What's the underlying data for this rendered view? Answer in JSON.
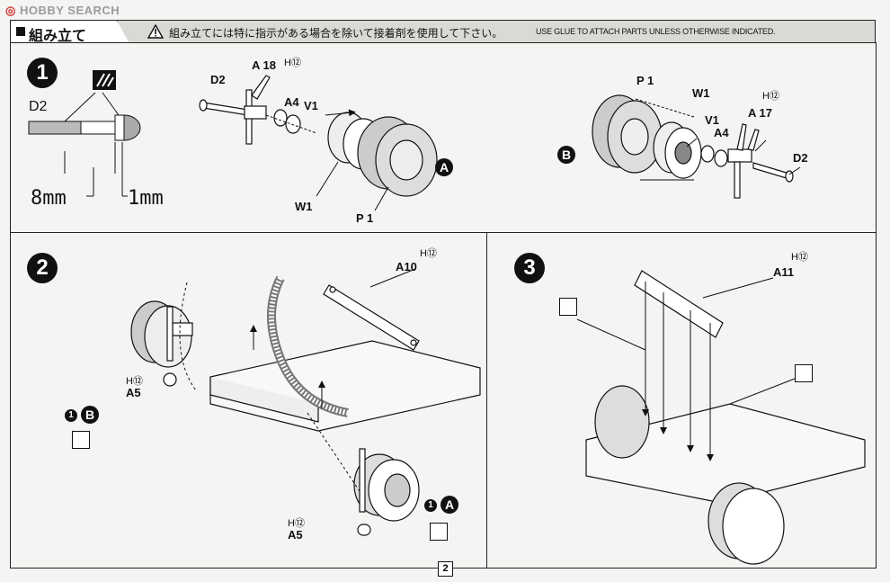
{
  "watermark": {
    "text": "HOBBY SEARCH"
  },
  "header": {
    "title": "組み立て",
    "instruction_jp": "組み立てには特に指示がある場合を除いて接着剤を使用して下さい。",
    "instruction_en": "USE GLUE TO ATTACH PARTS UNLESS OTHERWISE INDICATED."
  },
  "step1": {
    "number": "1",
    "d2": "D2",
    "dim_8": "8mm",
    "dim_1": "1mm",
    "left_parts": {
      "d2": "D2",
      "a18": "A 18",
      "h12": "H⑫",
      "a4": "A4",
      "v1": "V1",
      "w1": "W1",
      "p1": "P 1"
    },
    "badge_a": "A",
    "right_parts": {
      "p1": "P 1",
      "w1": "W1",
      "h12": "H⑫",
      "v1": "V1",
      "a4": "A4",
      "a17": "A 17",
      "d2": "D2"
    },
    "badge_b": "B"
  },
  "step2": {
    "number": "2",
    "h12_a10": "H⑫",
    "a10": "A10",
    "h12_a5_top": "H⑫",
    "a5_top": "A5",
    "ref_b_num": "1",
    "ref_b": "B",
    "h12_a5_bot": "H⑫",
    "a5_bot": "A5",
    "ref_a_num": "1",
    "ref_a": "A"
  },
  "step3": {
    "number": "3",
    "h12": "H⑫",
    "a11": "A11"
  },
  "page_number": "2"
}
